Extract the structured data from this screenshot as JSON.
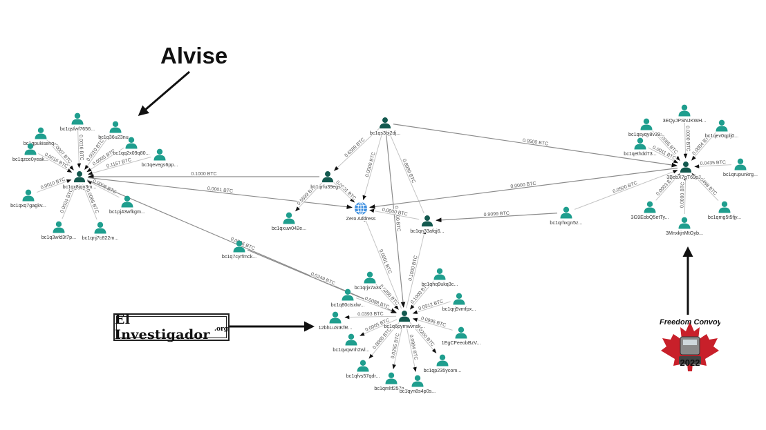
{
  "annotations": {
    "alvise": "Alvise",
    "el_investigador": "El Investigador",
    "el_investigador_suffix": ".org",
    "convoy_banner": "Freedom Convoy",
    "convoy_year": "2022"
  },
  "colors": {
    "node_teal": "#1f9e8e",
    "node_dark": "#13594f",
    "edge_gray": "#8c8c8c",
    "edge_light": "#c4c4c4",
    "label_gray": "#555555",
    "globe_blue": "#3d8fe0",
    "arrow_black": "#111111",
    "maple_red": "#c8202a"
  },
  "nodes": [
    {
      "id": "alvise",
      "label": "bc1qx8jqn3m...",
      "type": "hub"
    },
    {
      "id": "a1",
      "label": "bc1qsfwf7656...",
      "type": "person"
    },
    {
      "id": "a2",
      "label": "bc1qpukisehq...",
      "type": "person"
    },
    {
      "id": "a3",
      "label": "bc1qzce0yeak...",
      "type": "person"
    },
    {
      "id": "a4",
      "label": "bc1q36u23nu...",
      "type": "person"
    },
    {
      "id": "a5",
      "label": "bc1qq2x09q80...",
      "type": "person"
    },
    {
      "id": "a6",
      "label": "bc1qevegs6pp...",
      "type": "person"
    },
    {
      "id": "a7",
      "label": "bc1qxq7gagkv...",
      "type": "person"
    },
    {
      "id": "a8",
      "label": "bc1pj43wfkgm...",
      "type": "person"
    },
    {
      "id": "a9",
      "label": "bc1q3wld3t7p...",
      "type": "person"
    },
    {
      "id": "a10",
      "label": "bc1qnj7c822m...",
      "type": "person"
    },
    {
      "id": "m1",
      "label": "bc1qrfu39egs...",
      "type": "hub"
    },
    {
      "id": "m2",
      "label": "bc1qs3bi2dj...",
      "type": "hub"
    },
    {
      "id": "m3",
      "label": "bc1qxuw042e...",
      "type": "person"
    },
    {
      "id": "zero",
      "label": "Zero Address",
      "type": "globe"
    },
    {
      "id": "m4",
      "label": "bc1qn33afqj6...",
      "type": "hub"
    },
    {
      "id": "m5",
      "label": "bc1qrhxgn5z...",
      "type": "person"
    },
    {
      "id": "m6",
      "label": "bc1q7cyrfmck...",
      "type": "person"
    },
    {
      "id": "conv",
      "label": "3BebX7qT69pJ...",
      "type": "hub"
    },
    {
      "id": "c1",
      "label": "3EQyJPSNJKWH...",
      "type": "person"
    },
    {
      "id": "c2",
      "label": "bc1qsyqy8v39...",
      "type": "person"
    },
    {
      "id": "c3",
      "label": "bc1qethdd73...",
      "type": "person"
    },
    {
      "id": "c4",
      "label": "bc1qev0qplj0...",
      "type": "person"
    },
    {
      "id": "c5",
      "label": "bc1qrupunkrg...",
      "type": "person"
    },
    {
      "id": "c6",
      "label": "3G9EobQ5etTy...",
      "type": "person"
    },
    {
      "id": "c7",
      "label": "3MnxkjnMtGyb...",
      "type": "person"
    },
    {
      "id": "c8",
      "label": "bc1qmg5t5fjy...",
      "type": "person"
    },
    {
      "id": "inv",
      "label": "bc1q6pymwvnsk...",
      "type": "hub"
    },
    {
      "id": "i1",
      "label": "bc1qrjx7a3s...",
      "type": "person"
    },
    {
      "id": "i2",
      "label": "bc1q80ctsxlw...",
      "type": "person"
    },
    {
      "id": "i3",
      "label": "12bhLuStKfR...",
      "type": "person"
    },
    {
      "id": "i4",
      "label": "bc1qvqwnh2wl...",
      "type": "person"
    },
    {
      "id": "i5",
      "label": "bc1qfvs57qdr...",
      "type": "person"
    },
    {
      "id": "i6",
      "label": "bc1qmltf257n...",
      "type": "person"
    },
    {
      "id": "i7",
      "label": "bc1qyn8s4p0s...",
      "type": "person"
    },
    {
      "id": "i8",
      "label": "bc1qp235ycom...",
      "type": "person"
    },
    {
      "id": "i9",
      "label": "1EgCFeeobBzV...",
      "type": "person"
    },
    {
      "id": "i10",
      "label": "bc1qrj5vmfpx...",
      "type": "person"
    },
    {
      "id": "i11",
      "label": "bc1qhq9ukq3c...",
      "type": "person"
    }
  ],
  "edges": [
    {
      "from": "a1",
      "to": "alvise",
      "label": "0.0016 BTC"
    },
    {
      "from": "a2",
      "to": "alvise",
      "label": "0.0007 BTC"
    },
    {
      "from": "a3",
      "to": "alvise",
      "label": "0.0016 BTC"
    },
    {
      "from": "a4",
      "to": "alvise",
      "label": "0.0010 BTC"
    },
    {
      "from": "a5",
      "to": "alvise",
      "label": "0.0005 BTC"
    },
    {
      "from": "a6",
      "to": "alvise",
      "label": "0.1157 BTC"
    },
    {
      "from": "a7",
      "to": "alvise",
      "label": "0.0010 BTC"
    },
    {
      "from": "a8",
      "to": "alvise",
      "label": "0.0008 BTC"
    },
    {
      "from": "a9",
      "to": "alvise",
      "label": "0.0024 BTC"
    },
    {
      "from": "a10",
      "to": "alvise",
      "label": "0.0066 BTC"
    },
    {
      "from": "m1",
      "to": "alvise",
      "label": "0.1000 BTC"
    },
    {
      "from": "alvise",
      "to": "zero",
      "label": "0.0001 BTC"
    },
    {
      "from": "alvise",
      "to": "inv",
      "label": "0.0006 BTC"
    },
    {
      "from": "m2",
      "to": "m1",
      "label": "0.6599 BTC"
    },
    {
      "from": "m1",
      "to": "m3",
      "label": "0.5599 BTC"
    },
    {
      "from": "m1",
      "to": "zero",
      "label": "0.0001 BTC"
    },
    {
      "from": "m2",
      "to": "zero",
      "label": "0.0000 BTC"
    },
    {
      "from": "m4",
      "to": "m2",
      "label": "0.8999 BTC"
    },
    {
      "from": "m2",
      "to": "inv",
      "label": "0.1000 BTC"
    },
    {
      "from": "m2",
      "to": "conv",
      "label": "0.0500 BTC"
    },
    {
      "from": "conv",
      "to": "zero",
      "label": "0.0000 BTC"
    },
    {
      "from": "m4",
      "to": "zero",
      "label": "0.0000 BTC"
    },
    {
      "from": "m5",
      "to": "m4",
      "label": "0.9099 BTC"
    },
    {
      "from": "m5",
      "to": "conv",
      "label": "0.0500 BTC"
    },
    {
      "from": "inv",
      "to": "m4",
      "label": "0.1000 BTC"
    },
    {
      "from": "inv",
      "to": "zero",
      "label": "0.0001 BTC"
    },
    {
      "from": "m6",
      "to": "inv",
      "label": "0.0249 BTC"
    },
    {
      "from": "c1",
      "to": "conv",
      "label": "0.0000 BTC"
    },
    {
      "from": "c2",
      "to": "conv",
      "label": "0.0065 BTC"
    },
    {
      "from": "c3",
      "to": "conv",
      "label": "0.0011 BTC"
    },
    {
      "from": "c4",
      "to": "conv",
      "label": "0.0004 BTC"
    },
    {
      "from": "c5",
      "to": "conv",
      "label": "0.0435 BTC"
    },
    {
      "from": "c6",
      "to": "conv",
      "label": "0.0003 BTC"
    },
    {
      "from": "c7",
      "to": "conv",
      "label": "0.0000 BTC"
    },
    {
      "from": "c8",
      "to": "conv",
      "label": "0.0498 BTC"
    },
    {
      "from": "i1",
      "to": "inv",
      "label": "0.0200 BTC"
    },
    {
      "from": "i2",
      "to": "inv",
      "label": "0.0088 BTC"
    },
    {
      "from": "inv",
      "to": "i3",
      "label": "0.0393 BTC"
    },
    {
      "from": "inv",
      "to": "i4",
      "label": "0.0005 BTC"
    },
    {
      "from": "inv",
      "to": "i5",
      "label": "0.0008 BTC"
    },
    {
      "from": "inv",
      "to": "i6",
      "label": "0.0255 BTC"
    },
    {
      "from": "inv",
      "to": "i7",
      "label": "0.0994 BTC"
    },
    {
      "from": "inv",
      "to": "i8",
      "label": "0.0200 BTC"
    },
    {
      "from": "i9",
      "to": "inv",
      "label": "0.0995 BTC"
    },
    {
      "from": "i10",
      "to": "inv",
      "label": "0.0912 BTC"
    },
    {
      "from": "i11",
      "to": "inv",
      "label": "0.1000 BTC"
    }
  ]
}
